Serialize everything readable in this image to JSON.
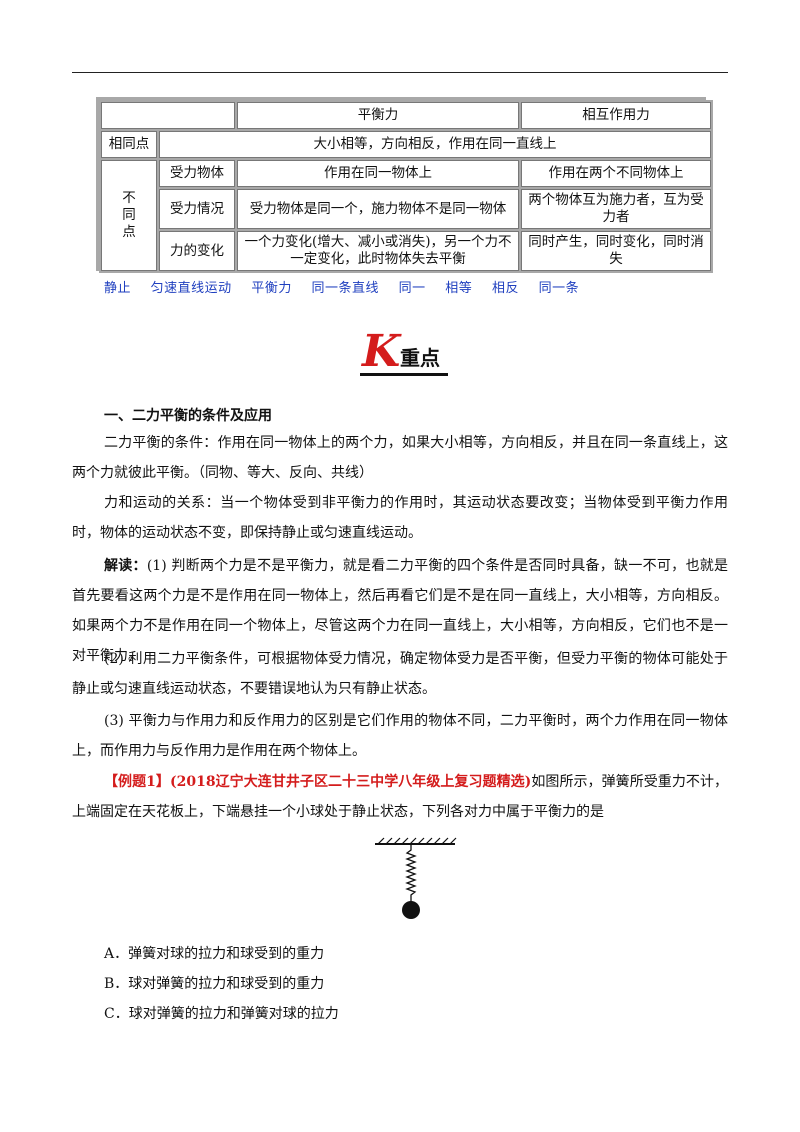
{
  "table": {
    "header": [
      "平衡力",
      "相互作用力"
    ],
    "same_label": "相同点",
    "same_text": "大小相等，方向相反，作用在同一直线上",
    "diff_label_chars": [
      "不",
      "同",
      "点"
    ],
    "rows": [
      {
        "label": "受力物体",
        "balance": "作用在同一物体上",
        "interaction": "作用在两个不同物体上"
      },
      {
        "label": "受力情况",
        "balance": "受力物体是同一个，施力物体不是同一物体",
        "interaction": "两个物体互为施力者，互为受力者"
      },
      {
        "label": "力的变化",
        "balance": "一个力变化(增大、减小或消失)，另一个力不一定变化，此时物体失去平衡",
        "interaction": "同时产生，同时变化，同时消失"
      }
    ]
  },
  "blanks": [
    "静止",
    "匀速直线运动",
    "平衡力",
    "同一条直线",
    "同一",
    "相等",
    "相反",
    "同一条"
  ],
  "key_heading": {
    "letter": "K",
    "word": "重点"
  },
  "section": {
    "title": "一、二力平衡的条件及应用",
    "p1": "二力平衡的条件：作用在同一物体上的两个力，如果大小相等，方向相反，并且在同一条直线上，这两个力就彼此平衡。（同物、等大、反向、共线）",
    "p2": "力和运动的关系：当一个物体受到非平衡力的作用时，其运动状态要改变；当物体受到平衡力作用时，物体的运动状态不变，即保持静止或匀速直线运动。",
    "interp_label": "解读：",
    "p3": "(1) 判断两个力是不是平衡力，就是看二力平衡的四个条件是否同时具备，缺一不可，也就是首先要看这两个力是不是作用在同一物体上，然后再看它们是不是在同一直线上，大小相等，方向相反。如果两个力不是作用在同一个物体上，尽管这两个力在同一直线上，大小相等，方向相反，它们也不是一对平衡力。",
    "p4": "(2) 利用二力平衡条件，可根据物体受力情况，确定物体受力是否平衡，但受力平衡的物体可能处于静止或匀速直线运动状态，不要错误地认为只有静止状态。",
    "p5": "(3) 平衡力与作用力和反作用力的区别是它们作用的物体不同，二力平衡时，两个力作用在同一物体上，而作用力与反作用力是作用在两个物体上。"
  },
  "example": {
    "tag": "【例题1】",
    "source": "(2018辽宁大连甘井子区二十三中学八年级上复习题精选)",
    "stem": "如图所示，弹簧所受重力不计，上端固定在天花板上，下端悬挂一个小球处于静止状态，下列各对力中属于平衡力的是",
    "options": [
      "A．弹簧对球的拉力和球受到的重力",
      "B．球对弹簧的拉力和球受到的重力",
      "C．球对弹簧的拉力和弹簧对球的拉力"
    ]
  },
  "colors": {
    "red": "#d41c1c",
    "blue": "#1f3fbf"
  }
}
